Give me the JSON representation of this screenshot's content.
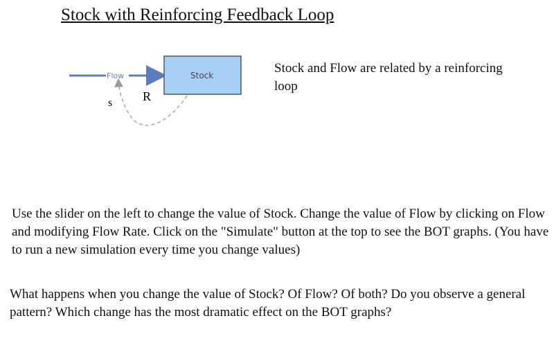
{
  "title": "Stock with Reinforcing Feedback Loop",
  "diagram": {
    "flow_label": "Flow",
    "stock_label": "Stock",
    "loop_label": "R",
    "polarity_label": "s",
    "stock_fill": "#a6d1f5",
    "flow_color": "#5b7dbf"
  },
  "side_text": "Stock and Flow are related by a reinforcing loop",
  "paragraph1": "Use the slider on the left to change the value of Stock. Change the value of Flow by clicking on Flow and modifying Flow Rate. Click on the \"Simulate\" button at the top to see the BOT graphs. (You have to run a new simulation every time you change values)",
  "paragraph2": "What happens when you change the value of Stock? Of Flow? Of both? Do you observe a general pattern? Which change has the most dramatic effect on the BOT graphs?"
}
